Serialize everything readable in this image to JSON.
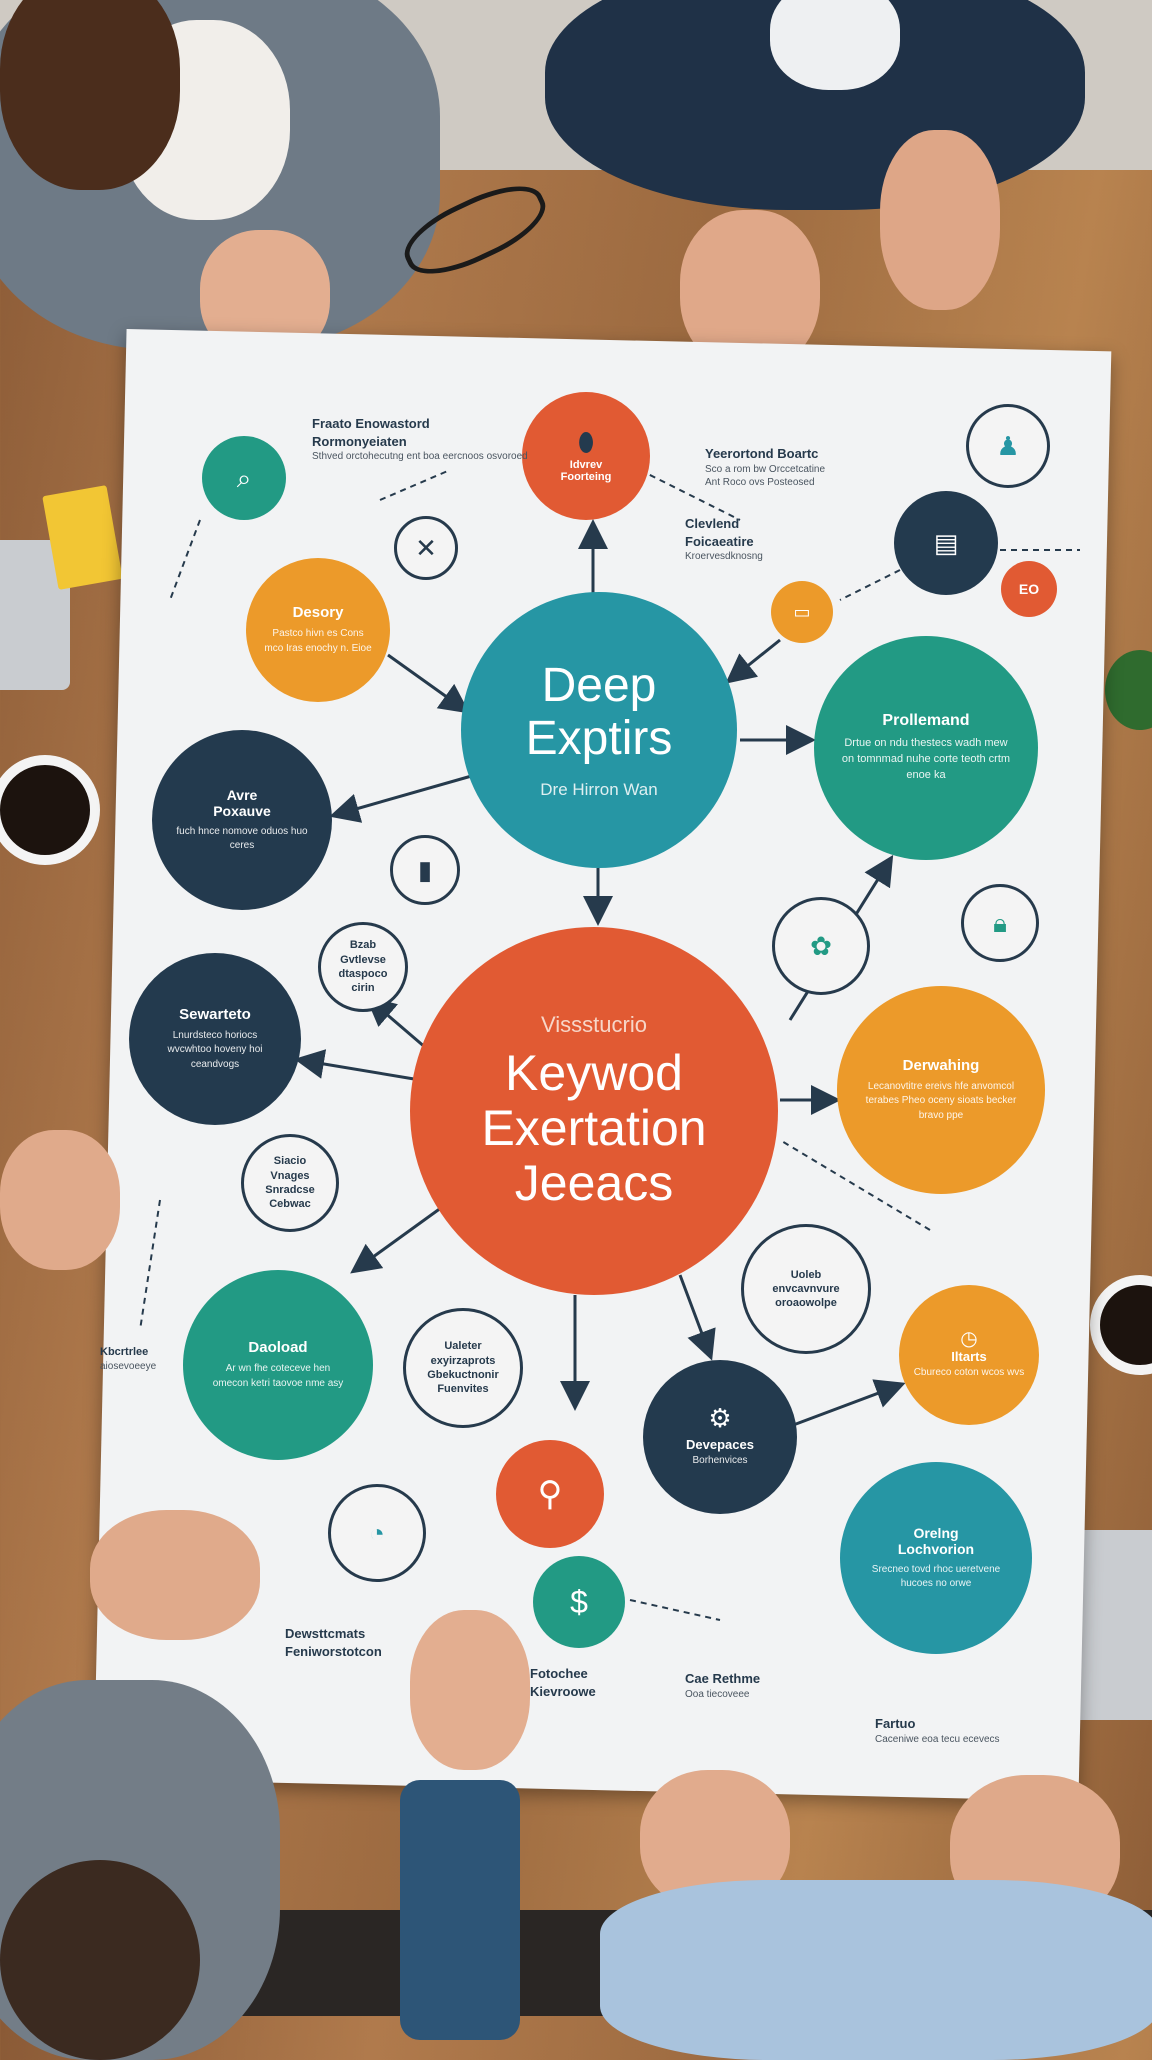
{
  "colors": {
    "teal": "#2696a4",
    "orange": "#e15a33",
    "amber": "#ec9a2a",
    "green": "#229a84",
    "navy": "#233a4e"
  },
  "center": {
    "title_line1": "Deep",
    "title_line2": "Exptirs",
    "subtitle": "Dre Hirron Wan"
  },
  "main": {
    "kicker": "Vissstucrio",
    "line1": "Keywod",
    "line2": "Exertation",
    "line3": "Jeeacs"
  },
  "nodes": {
    "prollemand": {
      "title": "Prollemand",
      "body": "Drtue on ndu thestecs wadh mew on tomnmad nuhe corte teoth crtm enoe ka"
    },
    "desory": {
      "title": "Desory",
      "body": "Pastco hivn es Cons mco Iras enochy n. Eioe"
    },
    "avre": {
      "title": "Avre",
      "subtitle": "Poxauve",
      "body": "fuch hnce nomove oduos huo ceres"
    },
    "sewarteto": {
      "title": "Sewarteto",
      "body": "Lnurdsteco horiocs wvcwhtoo hoveny hoi ceandvogs"
    },
    "derwahing": {
      "title": "Derwahing",
      "body": "Lecanovtitre ereivs hfe anvomcol terabes Pheo oceny sioats becker bravo ppe"
    },
    "daoload": {
      "title": "Daoload",
      "body": "Ar wn fhe coteceve hen omecon ketri taovoe nme asy"
    },
    "devepaces": {
      "title": "Devepaces",
      "body": "Borhenvices"
    },
    "iltarts": {
      "title": "Iltarts",
      "body": "Cbureco coton wcos wvs"
    },
    "orelng": {
      "title": "Orelng",
      "subtitle": "Lochvorion",
      "body": "Srecneo tovd rhoc ueretvene hucoes no orwe"
    },
    "pin": {
      "title": "Idvrev",
      "body": "Foorteing"
    },
    "badge": {
      "title": "EO"
    }
  },
  "outline_nodes": {
    "bzab": {
      "lines": [
        "Bzab",
        "Gvtlevse",
        "dtaspoco",
        "cirin"
      ]
    },
    "siacio": {
      "lines": [
        "Siacio",
        "Vnages",
        "Snradcse",
        "Cebwac"
      ]
    },
    "ualeter": {
      "lines": [
        "Ualeter",
        "exyirzaprots",
        "Gbekuctnonir",
        "Fuenvites"
      ]
    },
    "uoleb": {
      "lines": [
        "Uoleb",
        "envcavnvure",
        "oroaowolpe"
      ]
    }
  },
  "labels": {
    "top_left": {
      "title": "Fraato Enowastord",
      "subtitle": "Rormonyeiaten",
      "body": "Sthved orctohecutng ent boa eercnoos osvoroed"
    },
    "top_right": {
      "title": "Yeerortond Boartc",
      "subtitle": "Sco a rom bw Orccetcatine",
      "body": "Ant Roco ovs Posteosed"
    },
    "mid_right": {
      "title": "Clevlend",
      "subtitle": "Foicaeatire",
      "body": "Kroervesdknosng"
    },
    "bottom_left": {
      "title": "Dewsttcmats",
      "subtitle": "Feniworstotcon"
    },
    "bottom_mid": {
      "title": "Fotochee",
      "subtitle": "Kievroowe"
    },
    "bottom_right_a": {
      "title": "Cae Rethme",
      "subtitle": "Ooa tiecoveee"
    },
    "bottom_right_b": {
      "title": "Fartuo",
      "subtitle": "Caceniwe eoa tecu ecevecs"
    },
    "left_small": {
      "title": "Kbcrtrlee",
      "subtitle": "aiosevoeeye"
    }
  }
}
